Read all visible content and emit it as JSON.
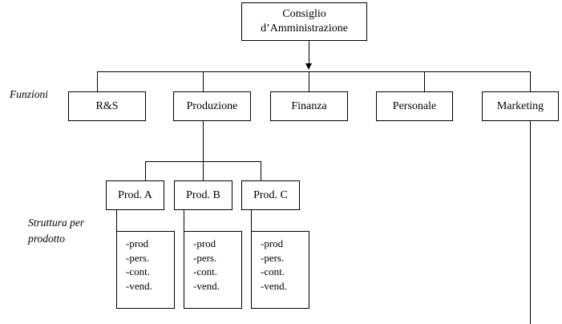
{
  "board": {
    "line1": "Consiglio",
    "line2": "d’Amministrazione"
  },
  "labels": {
    "functions": "Funzioni",
    "product_structure": "Struttura per\nprodotto"
  },
  "functions": [
    "R&S",
    "Produzione",
    "Finanza",
    "Personale",
    "Marketing"
  ],
  "products": [
    {
      "name": "Prod. A",
      "items": [
        "-prod",
        "-pers.",
        "-cont.",
        "-vend."
      ]
    },
    {
      "name": "Prod. B",
      "items": [
        "-prod",
        "-pers.",
        "-cont.",
        "-vend."
      ]
    },
    {
      "name": "Prod. C",
      "items": [
        "-prod",
        "-pers.",
        "-cont.",
        "-vend."
      ]
    }
  ]
}
